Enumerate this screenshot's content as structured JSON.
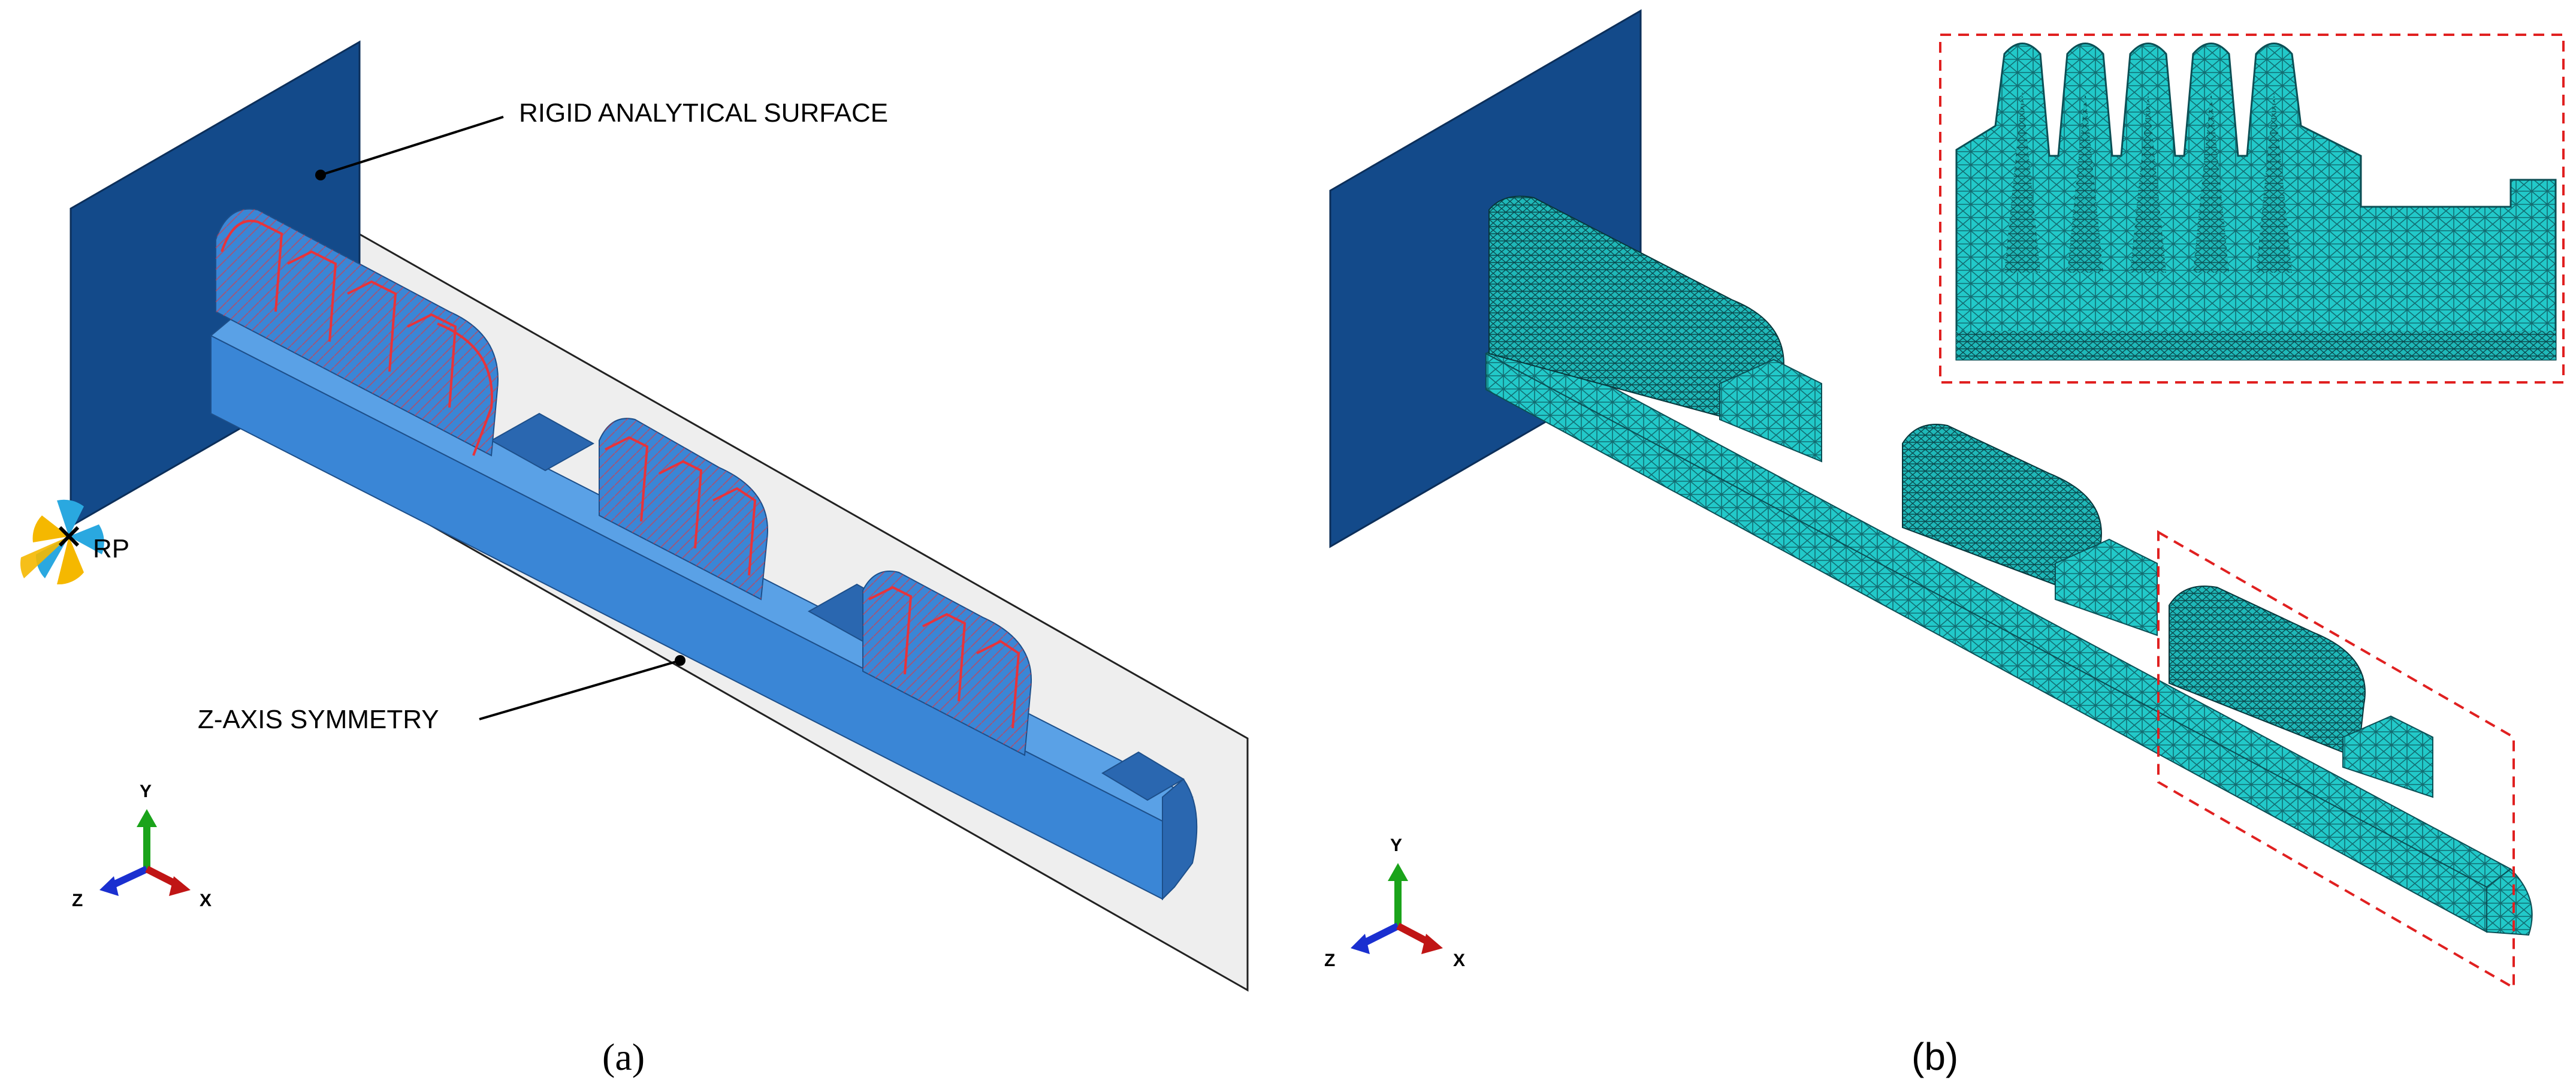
{
  "panel_a": {
    "callout_rigid": "RIGID ANALYTICAL SURFACE",
    "callout_symmetry": "Z-AXIS SYMMETRY",
    "rp_label": "RP",
    "caption": "(a)",
    "triad": {
      "y": "Y",
      "z": "Z",
      "x": "X"
    }
  },
  "panel_b": {
    "caption": "(b)",
    "triad": {
      "y": "Y",
      "z": "Z",
      "x": "X"
    }
  },
  "colors": {
    "rigid_plate": "#134a8a",
    "part_blue": "#3a86d6",
    "part_dark": "#2a67b0",
    "contact_red": "#e8333a",
    "symmetry_plane": "#eeeeee",
    "mesh_cyan": "#22c9c9",
    "mesh_line": "#0b4f55",
    "dashed_red": "#e02020",
    "axis_y": "#1aa31a",
    "axis_z": "#1a2fd0",
    "axis_x": "#c01515",
    "rp_yellow": "#f5b800",
    "rp_cyan": "#2aa8e0"
  }
}
